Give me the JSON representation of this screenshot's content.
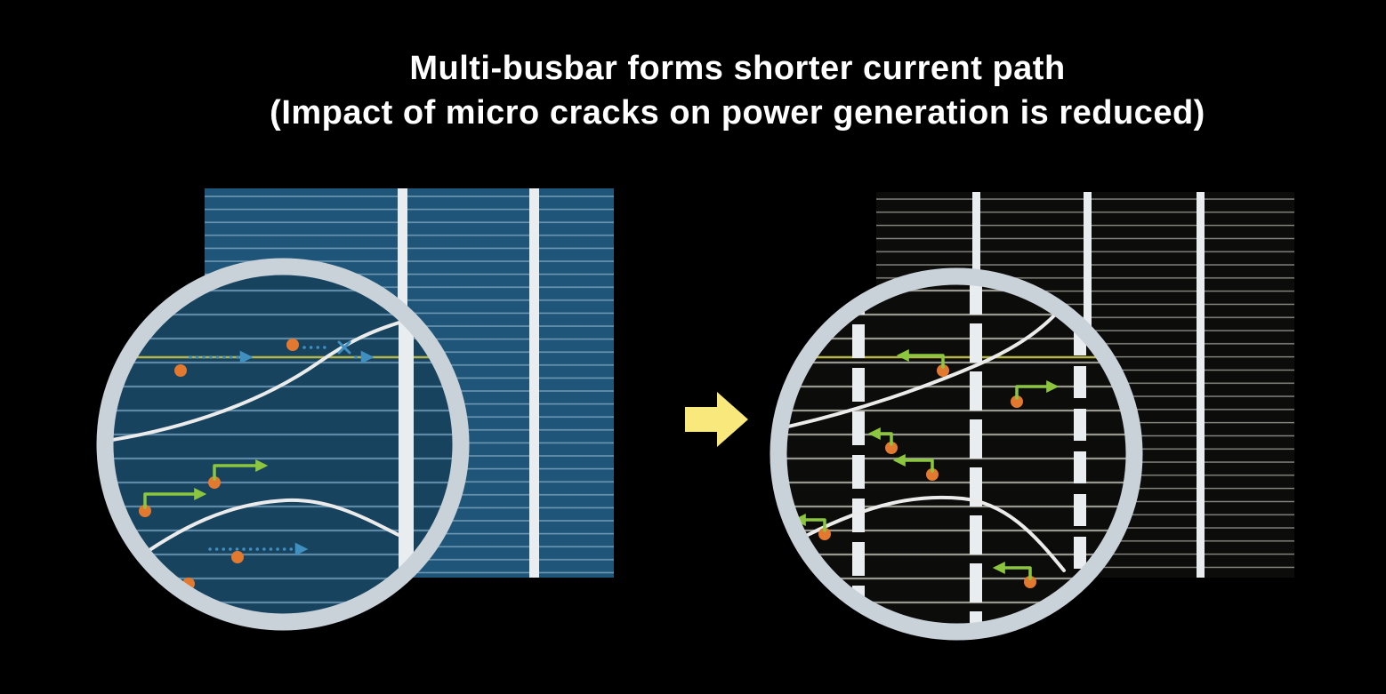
{
  "title": {
    "line1": "Multi-busbar forms shorter current path",
    "line2": "(Impact of micro cracks on power generation is reduced)"
  },
  "icons": {
    "transition-arrow-icon": "block-arrow-right",
    "electron-dot": "filled-circle",
    "long-current-path-arrow": "dotted-arrow-right",
    "blocked-cross": "x-mark",
    "short-current-path-arrow": "elbow-arrow",
    "magnifier-ring": "circle-ring"
  },
  "diagram": {
    "left_cell_busbars_visible": 2,
    "right_cell_busbars_visible": 3
  },
  "colors": {
    "background": "#000000",
    "title_text": "#ffffff",
    "cell_left": "#1e5578",
    "cell_left_zoom": "#17435f",
    "finger_left": "#6e98b4",
    "finger_left_zoom": "#5d89a6",
    "cell_right": "#0c0c0a",
    "finger_right": "#8d8d88",
    "finger_right_zoom": "#97978f",
    "busbar": "#e9edf0",
    "ring": "#c9d1d9",
    "crack": "#ebebeb",
    "wire": "#b5b54b",
    "electron_dot": "#e2792e",
    "current_long": "#3f8fc0",
    "current_short": "#8cc63f",
    "transition_arrow": "#f9e87c"
  }
}
